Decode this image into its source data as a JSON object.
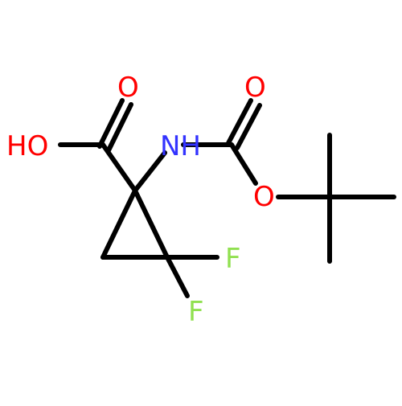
{
  "molecule": {
    "atoms": {
      "hydroxyl": {
        "label": "HO",
        "color": "#ff0000"
      },
      "carbonyl_o_acid": {
        "label": "O",
        "color": "#ff0000"
      },
      "nh": {
        "label": "NH",
        "color": "#3333ff"
      },
      "carbonyl_o_boc": {
        "label": "O",
        "color": "#ff0000"
      },
      "ester_o": {
        "label": "O",
        "color": "#ff0000"
      },
      "fluorine_1": {
        "label": "F",
        "color": "#90e050"
      },
      "fluorine_2": {
        "label": "F",
        "color": "#90e050"
      }
    },
    "bond_color": "#000000"
  }
}
